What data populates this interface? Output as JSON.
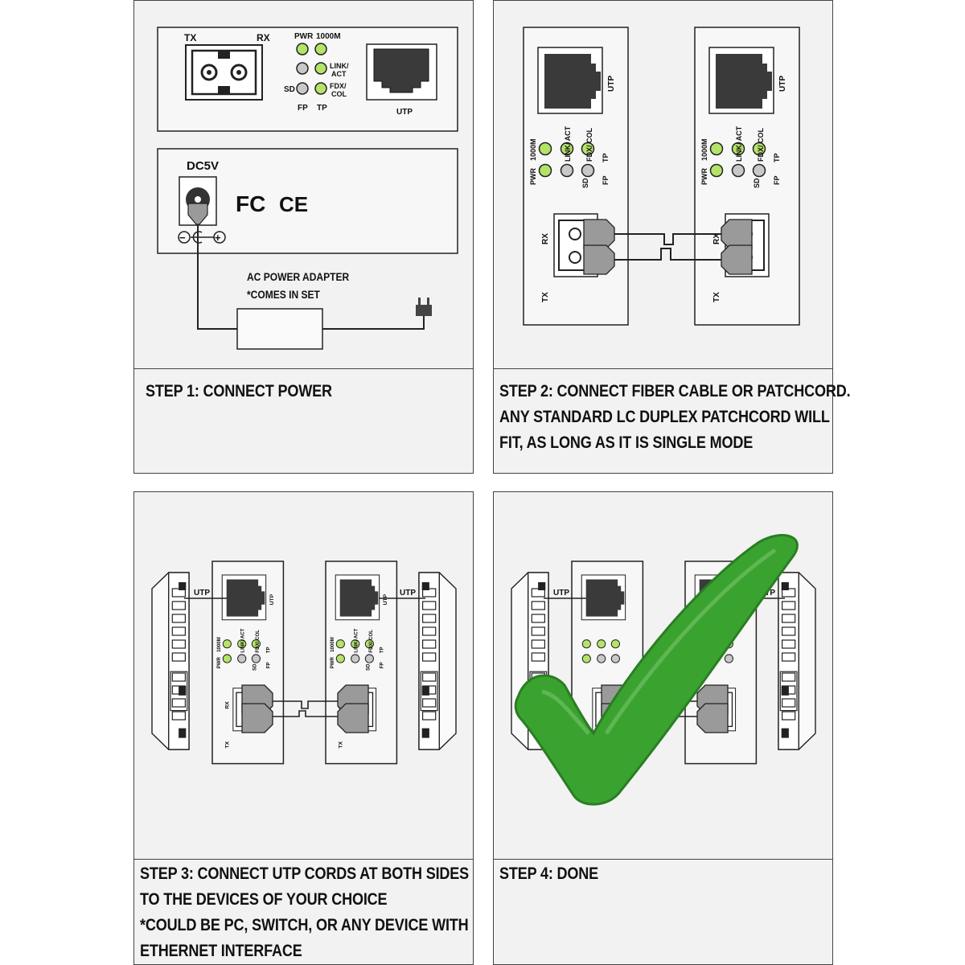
{
  "panels": {
    "p1": {
      "labels": {
        "tx": "TX",
        "rx": "RX",
        "pwr": "PWR",
        "g1000": "1000M",
        "link1": "LINK/",
        "link2": "ACT",
        "fdx1": "FDX/",
        "fdx2": "COL",
        "sd": "SD",
        "fp": "FP",
        "tp": "TP",
        "utp": "UTP",
        "dc5v": "DC5V",
        "fc": "FC",
        "ce": "CE",
        "minus": "−",
        "plus": "+",
        "adapter1": "AC POWER ADAPTER",
        "adapter2": "*COMES IN SET"
      },
      "caption": [
        "STEP 1: CONNECT POWER"
      ]
    },
    "p2": {
      "labels": {
        "utp": "UTP",
        "pwr": "PWR",
        "g1000": "1000M",
        "link": "LINK/ ACT",
        "fdx": "FDX/ COL",
        "sd": "SD",
        "fp": "FP",
        "tp": "TP",
        "rx": "RX",
        "tx": "TX"
      },
      "caption": [
        "STEP 2: CONNECT FIBER CABLE OR PATCHCORD.",
        "ANY STANDARD LC DUPLEX PATCHCORD WILL",
        "FIT, AS LONG AS IT IS SINGLE MODE"
      ]
    },
    "p3": {
      "labels": {
        "utp": "UTP"
      },
      "caption": [
        "STEP 3: CONNECT UTP CORDS AT BOTH SIDES",
        "TO THE DEVICES OF YOUR CHOICE",
        "*COULD BE PC, SWITCH, OR ANY DEVICE WITH",
        "ETHERNET INTERFACE"
      ]
    },
    "p4": {
      "caption": [
        "STEP 4: DONE"
      ]
    }
  },
  "colors": {
    "led_green": "#b5e36a",
    "led_gray": "#c8c8c8",
    "check_green": "#3aa330",
    "panel_bg": "#f2f2f2",
    "device_bg": "#f7f7f7",
    "connector_gray": "#9a9a9a"
  }
}
